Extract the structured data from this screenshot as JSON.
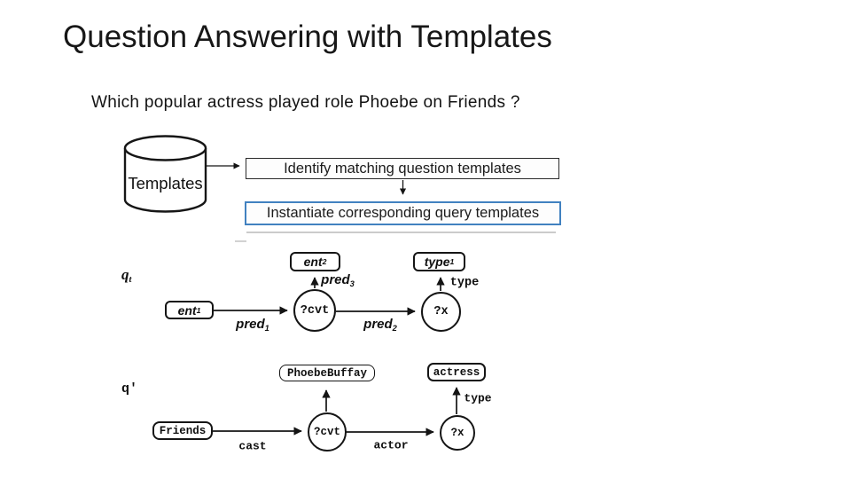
{
  "slide": {
    "title": "Question Answering with Templates",
    "question": "Which popular actress played role Phoebe on Friends ?"
  },
  "flow": {
    "database_label": "Templates",
    "step1": "Identify matching question templates",
    "step2": "Instantiate corresponding query templates",
    "step2_border_color": "#4181c0"
  },
  "template_graph": {
    "name": {
      "base": "q",
      "sub": "t"
    },
    "nodes": {
      "ent1": {
        "base": "ent",
        "sub": "1"
      },
      "ent2": {
        "base": "ent",
        "sub": "2"
      },
      "type1": {
        "base": "type",
        "sub": "1"
      },
      "cvt": "?cvt",
      "x": "?x"
    },
    "edges": {
      "pred1": {
        "base": "pred",
        "sub": "1"
      },
      "pred2": {
        "base": "pred",
        "sub": "2"
      },
      "pred3": {
        "base": "pred",
        "sub": "3"
      },
      "type": "type"
    }
  },
  "instance_graph": {
    "name": "q'",
    "nodes": {
      "friends": "Friends",
      "phoebe": "PhoebeBuffay",
      "actress": "actress",
      "cvt": "?cvt",
      "x": "?x"
    },
    "edges": {
      "cast": "cast",
      "actor": "actor",
      "type": "type"
    }
  }
}
